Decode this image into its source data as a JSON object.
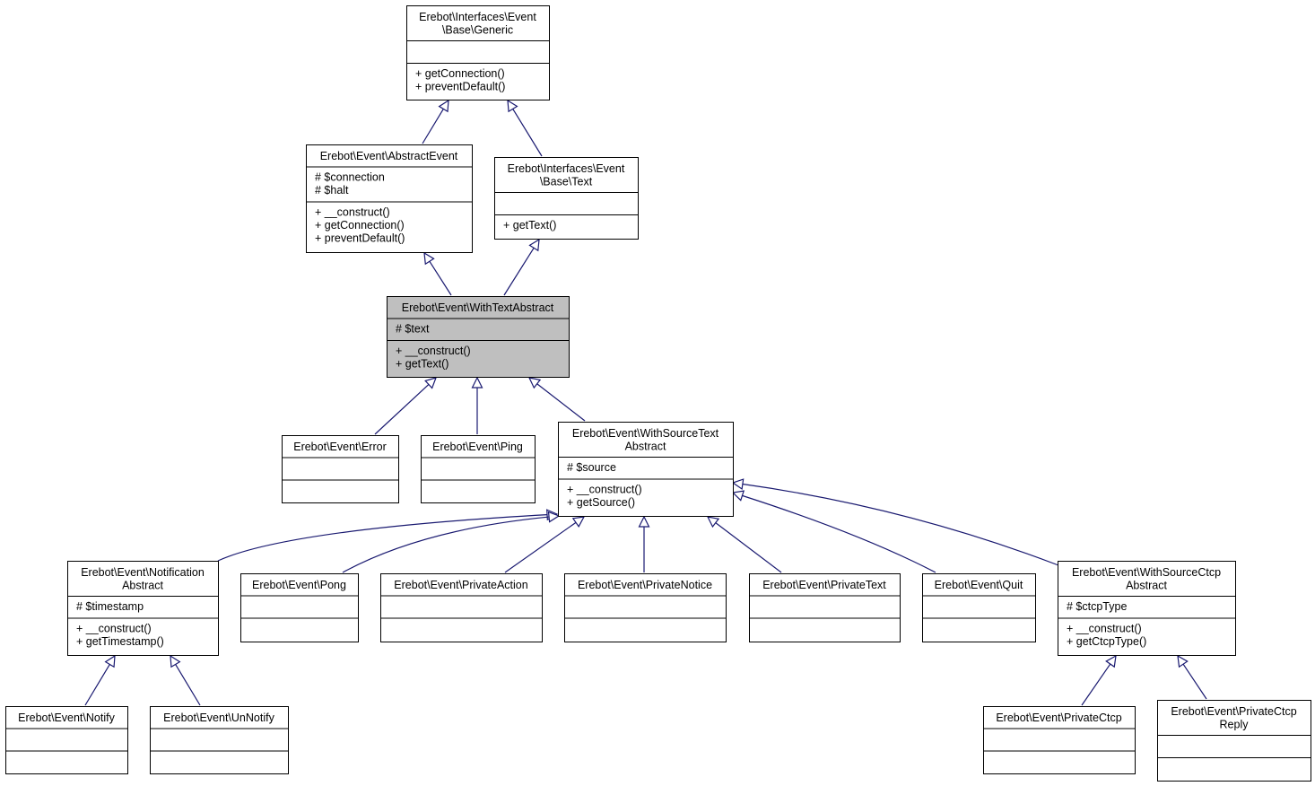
{
  "diagram": {
    "classes": [
      {
        "id": "generic",
        "title": [
          "Erebot\\Interfaces\\Event",
          "\\Base\\Generic"
        ],
        "attributes": [],
        "methods": [
          "+ getConnection()",
          "+ preventDefault()"
        ]
      },
      {
        "id": "abstractevent",
        "title": [
          "Erebot\\Event\\AbstractEvent"
        ],
        "attributes": [
          "# $connection",
          "# $halt"
        ],
        "methods": [
          "+ __construct()",
          "+ getConnection()",
          "+ preventDefault()"
        ]
      },
      {
        "id": "text",
        "title": [
          "Erebot\\Interfaces\\Event",
          "\\Base\\Text"
        ],
        "attributes": [],
        "methods": [
          "+ getText()"
        ]
      },
      {
        "id": "withtextabstract",
        "title": [
          "Erebot\\Event\\WithTextAbstract"
        ],
        "attributes": [
          "# $text"
        ],
        "methods": [
          "+ __construct()",
          "+ getText()"
        ],
        "highlighted": true
      },
      {
        "id": "error",
        "title": [
          "Erebot\\Event\\Error"
        ],
        "attributes": [],
        "methods": []
      },
      {
        "id": "ping",
        "title": [
          "Erebot\\Event\\Ping"
        ],
        "attributes": [],
        "methods": []
      },
      {
        "id": "withsourcetextabstract",
        "title": [
          "Erebot\\Event\\WithSourceText",
          "Abstract"
        ],
        "attributes": [
          "# $source"
        ],
        "methods": [
          "+ __construct()",
          "+ getSource()"
        ]
      },
      {
        "id": "notificationabstract",
        "title": [
          "Erebot\\Event\\Notification",
          "Abstract"
        ],
        "attributes": [
          "# $timestamp"
        ],
        "methods": [
          "+ __construct()",
          "+ getTimestamp()"
        ]
      },
      {
        "id": "pong",
        "title": [
          "Erebot\\Event\\Pong"
        ],
        "attributes": [],
        "methods": []
      },
      {
        "id": "privateaction",
        "title": [
          "Erebot\\Event\\PrivateAction"
        ],
        "attributes": [],
        "methods": []
      },
      {
        "id": "privatenotice",
        "title": [
          "Erebot\\Event\\PrivateNotice"
        ],
        "attributes": [],
        "methods": []
      },
      {
        "id": "privatetext",
        "title": [
          "Erebot\\Event\\PrivateText"
        ],
        "attributes": [],
        "methods": []
      },
      {
        "id": "quit",
        "title": [
          "Erebot\\Event\\Quit"
        ],
        "attributes": [],
        "methods": []
      },
      {
        "id": "withsourcectcpabstract",
        "title": [
          "Erebot\\Event\\WithSourceCtcp",
          "Abstract"
        ],
        "attributes": [
          "# $ctcpType"
        ],
        "methods": [
          "+ __construct()",
          "+ getCtcpType()"
        ]
      },
      {
        "id": "notify",
        "title": [
          "Erebot\\Event\\Notify"
        ],
        "attributes": [],
        "methods": []
      },
      {
        "id": "unnotify",
        "title": [
          "Erebot\\Event\\UnNotify"
        ],
        "attributes": [],
        "methods": []
      },
      {
        "id": "privatectcp",
        "title": [
          "Erebot\\Event\\PrivateCtcp"
        ],
        "attributes": [],
        "methods": []
      },
      {
        "id": "privatectcpreply",
        "title": [
          "Erebot\\Event\\PrivateCtcp",
          "Reply"
        ],
        "attributes": [],
        "methods": []
      }
    ],
    "inheritance": [
      {
        "child": "abstractevent",
        "parent": "generic"
      },
      {
        "child": "text",
        "parent": "generic"
      },
      {
        "child": "withtextabstract",
        "parent": "abstractevent"
      },
      {
        "child": "withtextabstract",
        "parent": "text"
      },
      {
        "child": "error",
        "parent": "withtextabstract"
      },
      {
        "child": "ping",
        "parent": "withtextabstract"
      },
      {
        "child": "withsourcetextabstract",
        "parent": "withtextabstract"
      },
      {
        "child": "notificationabstract",
        "parent": "withsourcetextabstract"
      },
      {
        "child": "pong",
        "parent": "withsourcetextabstract"
      },
      {
        "child": "privateaction",
        "parent": "withsourcetextabstract"
      },
      {
        "child": "privatenotice",
        "parent": "withsourcetextabstract"
      },
      {
        "child": "privatetext",
        "parent": "withsourcetextabstract"
      },
      {
        "child": "quit",
        "parent": "withsourcetextabstract"
      },
      {
        "child": "withsourcectcpabstract",
        "parent": "withsourcetextabstract"
      },
      {
        "child": "notify",
        "parent": "notificationabstract"
      },
      {
        "child": "unnotify",
        "parent": "notificationabstract"
      },
      {
        "child": "privatectcp",
        "parent": "withsourcectcpabstract"
      },
      {
        "child": "privatectcpreply",
        "parent": "withsourcectcpabstract"
      }
    ],
    "colors": {
      "edge": "#191970",
      "highlight_fill": "#bfbfbf",
      "node_fill": "#ffffff",
      "node_border": "#000000"
    }
  }
}
